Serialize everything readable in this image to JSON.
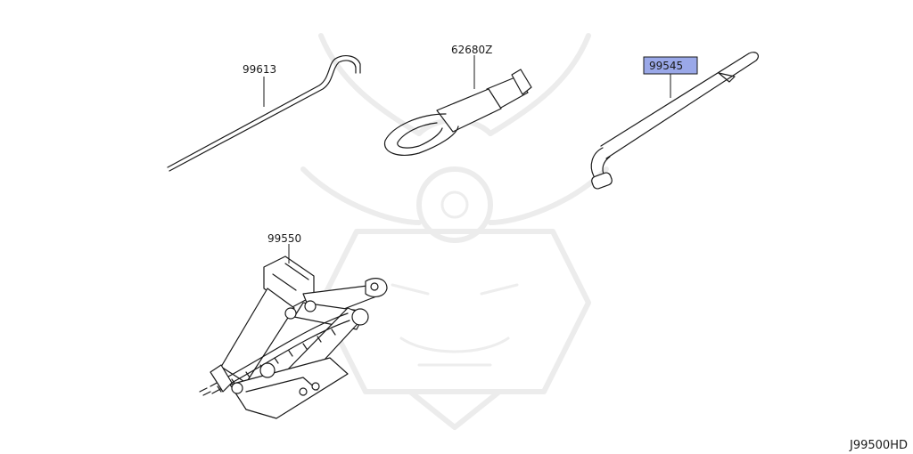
{
  "diagram_code": "J99500HD",
  "highlight_color": "#9aa8e8",
  "parts": [
    {
      "id": "rod",
      "number": "99613"
    },
    {
      "id": "tow-hook",
      "number": "62680Z"
    },
    {
      "id": "wrench",
      "number": "99545",
      "highlighted": true
    },
    {
      "id": "jack",
      "number": "99550"
    }
  ],
  "watermark": {
    "icon": "samurai-helmet-icon"
  }
}
